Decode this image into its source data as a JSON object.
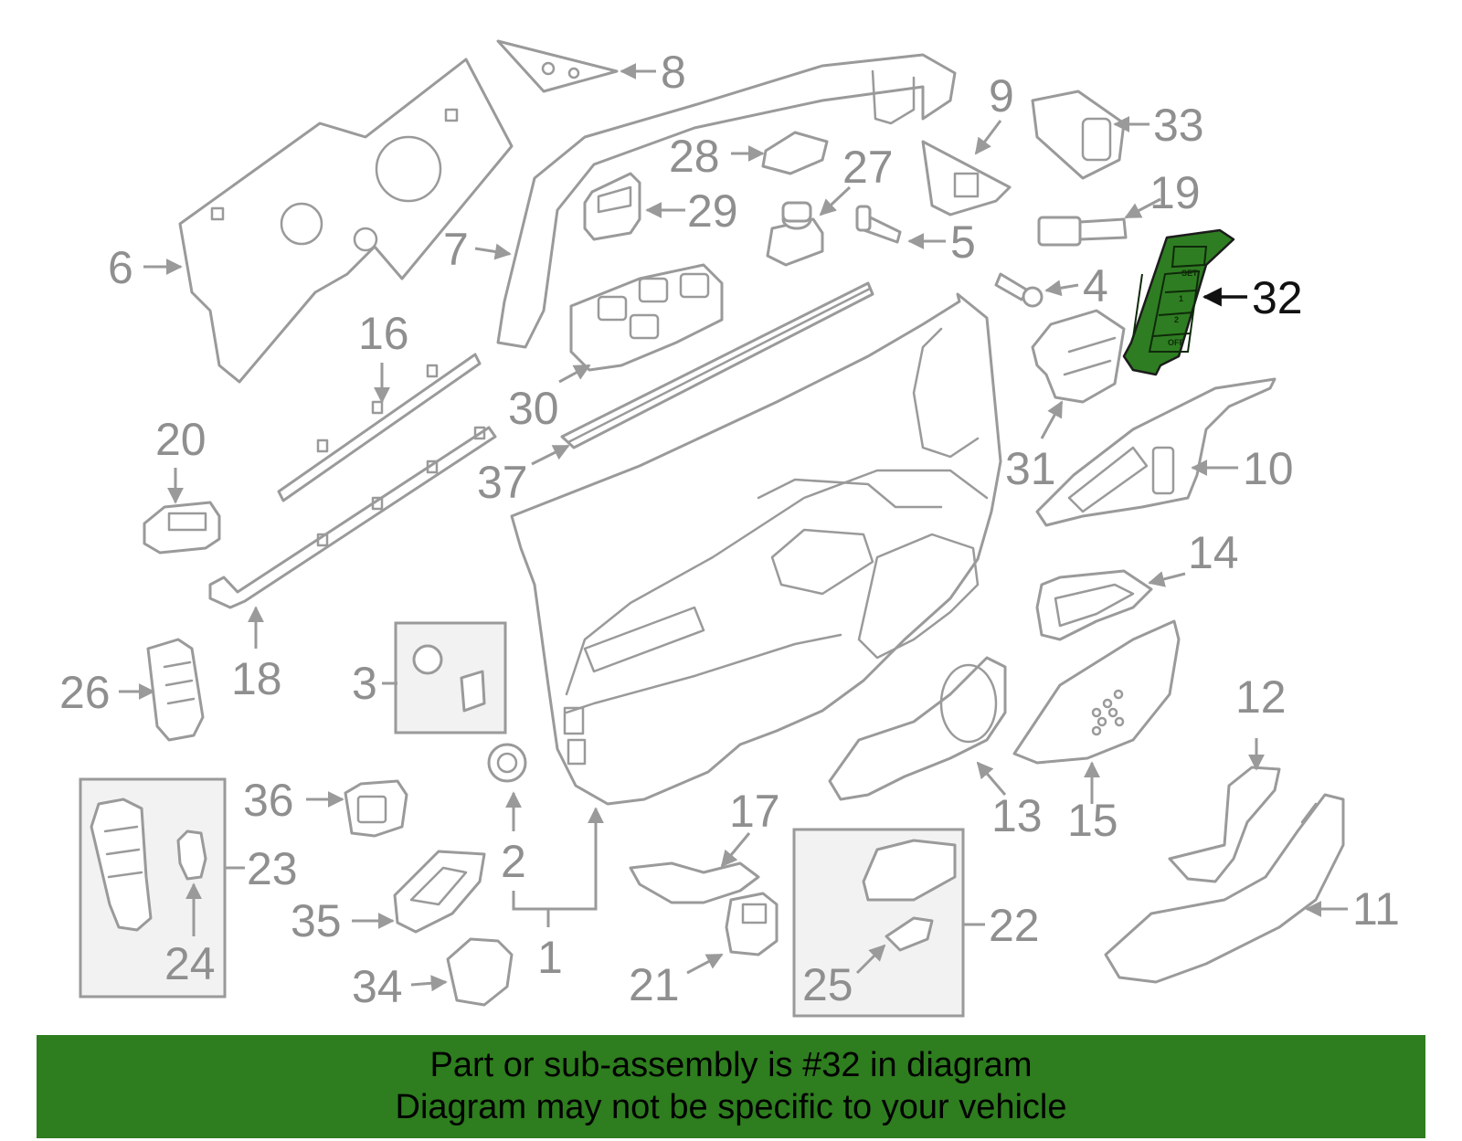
{
  "diagram": {
    "highlight_color": "#2f7d22",
    "banner_color": "#2e7d1f",
    "highlighted_part": "32",
    "callouts": [
      "1",
      "2",
      "3",
      "4",
      "5",
      "6",
      "7",
      "8",
      "9",
      "10",
      "11",
      "12",
      "13",
      "14",
      "15",
      "16",
      "17",
      "18",
      "19",
      "20",
      "21",
      "22",
      "23",
      "24",
      "25",
      "26",
      "27",
      "28",
      "29",
      "30",
      "31",
      "32",
      "33",
      "34",
      "35",
      "36",
      "37"
    ],
    "switch_labels": {
      "set": "SET",
      "one": "1",
      "two": "2",
      "off": "OFF"
    }
  },
  "banner": {
    "line1": "Part or sub-assembly is #32 in diagram",
    "line2": "Diagram may not be specific to your vehicle"
  }
}
